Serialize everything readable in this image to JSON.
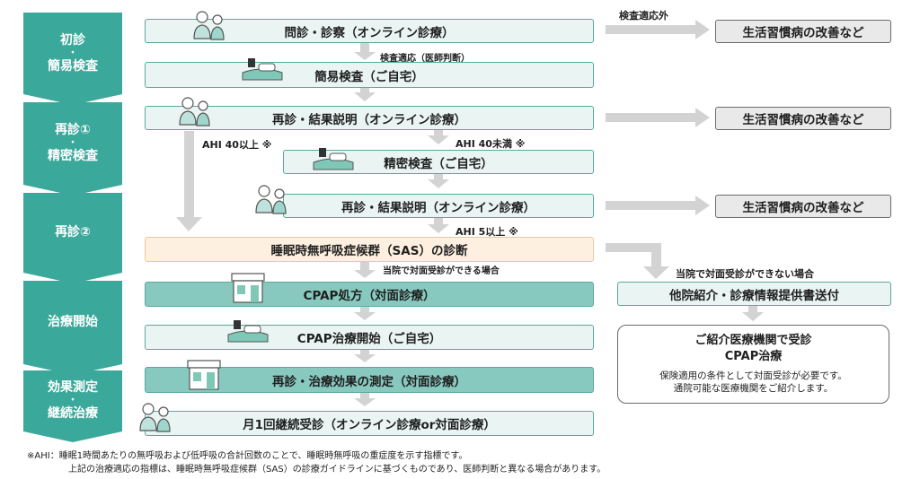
{
  "stages": [
    {
      "lines": [
        "初診",
        "・",
        "簡易検査"
      ]
    },
    {
      "lines": [
        "再診①",
        "・",
        "精密検査"
      ]
    },
    {
      "lines": [
        "再診②"
      ]
    },
    {
      "lines": [
        "治療開始"
      ]
    },
    {
      "lines": [
        "効果測定",
        "・",
        "継続治療"
      ]
    }
  ],
  "steps": {
    "monshin": "問診・診察（オンライン診療）",
    "kani": "簡易検査（ご自宅）",
    "saishin1": "再診・結果説明（オンライン診療）",
    "seimitsu": "精密検査（ご自宅）",
    "saishin2": "再診・結果説明（オンライン診療）",
    "sas": "睡眠時無呼吸症候群（SAS）の診断",
    "cpap": "CPAP処方（対面診療）",
    "cpap_start": "CPAP治療開始（ご自宅）",
    "measure": "再診・治療効果の測定（対面診療）",
    "monthly": "月1回継続受診（オンライン診療or対面診療）"
  },
  "side": {
    "lifestyle_1": "生活習慣病の改善など",
    "lifestyle_2": "生活習慣病の改善など",
    "lifestyle_3": "生活習慣病の改善など",
    "referral": "他院紹介・診療情報提供書送付",
    "referral_title_1": "ご紹介医療機関で受診",
    "referral_title_2": "CPAP治療",
    "referral_note_1": "保険適用の条件として対面受診が必要です。",
    "referral_note_2": "通院可能な医療機関をご紹介します。"
  },
  "labels": {
    "not_applicable": "検査適応外",
    "applicable": "検査適応（医師判断）",
    "ahi40_over": "AHI 40以上 ※",
    "ahi40_under": "AHI 40未満 ※",
    "ahi5_over": "AHI 5以上 ※",
    "in_clinic": "当院で対面受診ができる場合",
    "not_in_clinic": "当院で対面受診ができない場合"
  },
  "footnote": {
    "line1": "※AHI：睡眠1時間あたりの無呼吸および低呼吸の合計回数のことで、睡眠時無呼吸の重症度を示す指標です。",
    "line2": "上記の治療適応の指標は、睡眠時無呼吸症候群（SAS）の診療ガイドラインに基づくものであり、医師判断と異なる場合があります。"
  },
  "icons": [
    "doctor-patient-icon",
    "sleep-test-icon",
    "clinic-building-icon"
  ],
  "colors": {
    "stage": "#3aa89a",
    "box_light": "#eaf5f3",
    "box_dark": "#88c9bf",
    "sas_box": "#fdf0e1",
    "arrow": "#d0d0d0"
  }
}
